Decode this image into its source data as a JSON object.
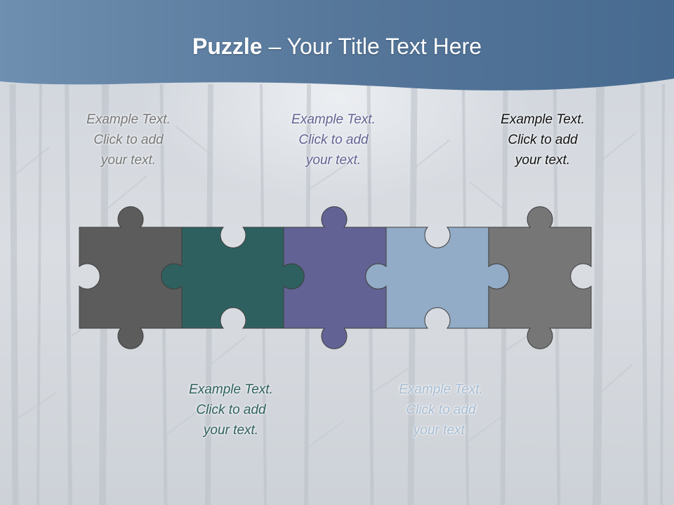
{
  "title": {
    "bold": "Puzzle",
    "rest": " – Your Title Text Here"
  },
  "colors": {
    "header": "#56779a",
    "piece1": "#5c5c5c",
    "piece2": "#2e605f",
    "piece3": "#626394",
    "piece4": "#92abc6",
    "piece5": "#767676"
  },
  "captions": [
    {
      "line1": "Example Text.",
      "line2": "Click  to add",
      "line3": "your text.",
      "color": "#777777"
    },
    {
      "line1": "Example Text.",
      "line2": "Click  to add",
      "line3": "your text.",
      "color": "#2e605f"
    },
    {
      "line1": "Example Text.",
      "line2": "Click  to add",
      "line3": "your text.",
      "color": "#626394"
    },
    {
      "line1": "Example Text.",
      "line2": "Click  to add",
      "line3": "your text.",
      "color": "#a7bcd2"
    },
    {
      "line1": "Example Text.",
      "line2": "Click  to add",
      "line3": "your text.",
      "color": "#111111"
    }
  ]
}
